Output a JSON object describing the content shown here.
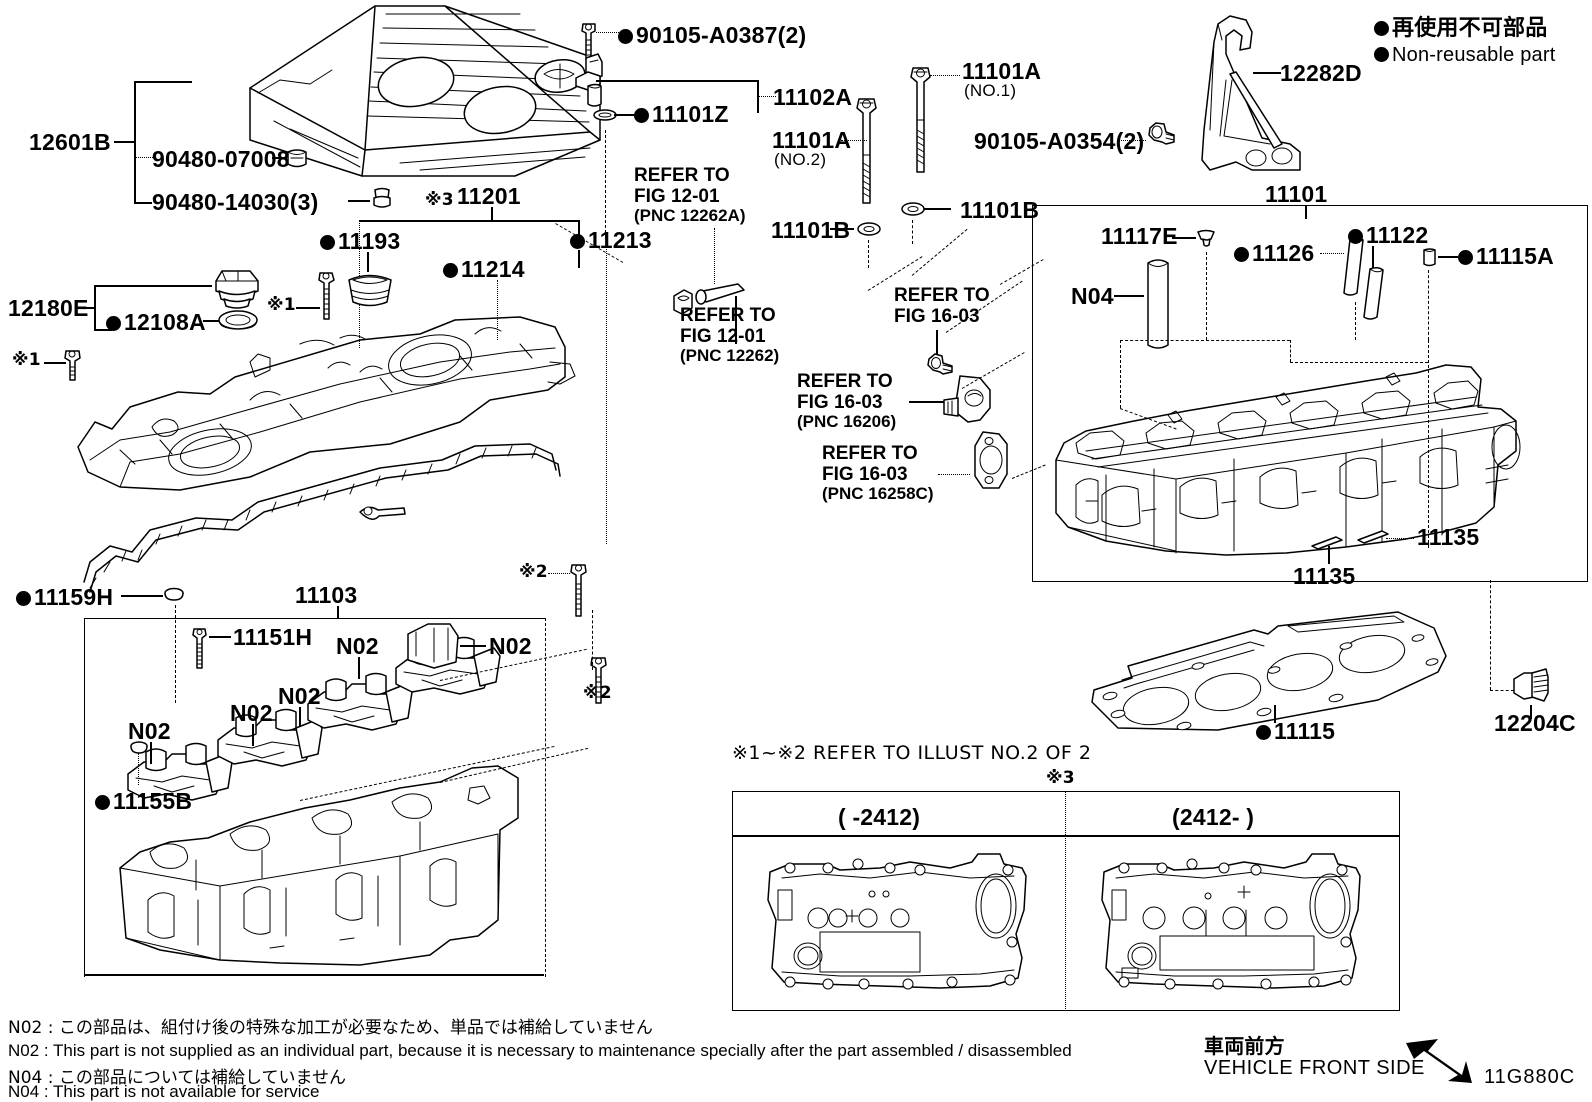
{
  "diagram": {
    "code": "11G880C",
    "legend": {
      "jp": "再使用不可部品",
      "en": "Non-reusable part"
    },
    "front_marker": {
      "jp": "車両前方",
      "en": "VEHICLE FRONT SIDE"
    },
    "illust_note": "※1~※2  REFER TO ILLUST NO.2 OF 2",
    "notes": [
      "N02 : この部品は、組付け後の特殊な加工が必要なため、単品では補給していません",
      "N02 : This part is not supplied as an individual part, because it is necessary to maintenance specially after the part assembled / disassembled",
      "N04 : この部品については補給していません",
      "N04 : This part is not available for service"
    ]
  },
  "parts": {
    "engine_cover_group": "12601B",
    "grommet_07008": "90480-07008",
    "grommet_14030": "90480-14030(3)",
    "oil_cap_group": "12180E",
    "oil_cap_gasket": "12108A",
    "baffle_plate": "11201",
    "oil_filler_gasket": "11193",
    "cover_gasket_11213": "11213",
    "seal_11214": "11214",
    "head_cover_gasket": "11213",
    "bolt_A0387": "90105-A0387(2)",
    "sensor_group": "11102A",
    "oring_11101Z": "11101Z",
    "bolt_no1": "11101A",
    "bolt_no1_sub": "(NO.1)",
    "bolt_no2": "11101A",
    "bolt_no2_sub": "(NO.2)",
    "washer_11101B": "11101B",
    "bolt_A0354": "90105-A0354(2)",
    "bracket_12282D": "12282D",
    "cylinder_head_group": "11101",
    "plug_11117E": "11117E",
    "n04": "N04",
    "seal_11126": "11126",
    "guide_11122": "11122",
    "plug_11115A": "11115A",
    "pin_11135_a": "11135",
    "pin_11135_b": "11135",
    "head_gasket": "11115",
    "plug_12204C": "12204C",
    "cam_housing_group": "11103",
    "plug_11159H": "11159H",
    "bolt_11151H": "11151H",
    "plug_11155B": "11155B",
    "n02": "N02",
    "kome1": "※1",
    "kome2": "※2",
    "kome3": "※3"
  },
  "refer_blocks": [
    {
      "line1": "REFER TO",
      "line2": "FIG 12-01",
      "pnc": "(PNC 12262A)"
    },
    {
      "line1": "REFER TO",
      "line2": "FIG 12-01",
      "pnc": "(PNC 12262)"
    },
    {
      "line1": "REFER TO",
      "line2": "FIG 16-03",
      "pnc": ""
    },
    {
      "line1": "REFER TO",
      "line2": "FIG 16-03",
      "pnc": "(PNC 16206)"
    },
    {
      "line1": "REFER TO",
      "line2": "FIG 16-03",
      "pnc": "(PNC 16258C)"
    }
  ],
  "variant_table": {
    "marker": "※3",
    "columns": [
      "(     -2412)",
      "(2412-     )"
    ]
  },
  "colors": {
    "ink": "#000000",
    "paper": "#ffffff"
  }
}
